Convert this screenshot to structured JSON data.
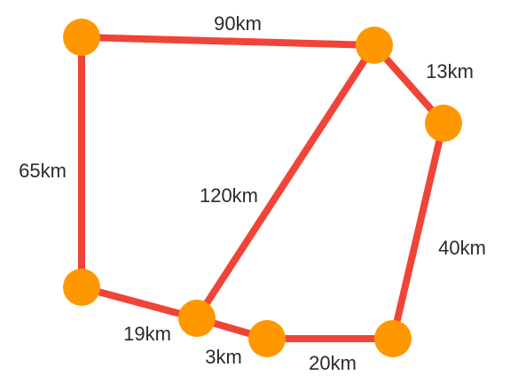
{
  "colors": {
    "edge": "#f04438",
    "node": "#ff9800",
    "label": "#2b2b2b",
    "background": "#ffffff"
  },
  "nodes": [
    {
      "id": "n1"
    },
    {
      "id": "n2"
    },
    {
      "id": "n3"
    },
    {
      "id": "n4"
    },
    {
      "id": "n5"
    },
    {
      "id": "n6"
    },
    {
      "id": "n7"
    }
  ],
  "edges": [
    {
      "id": "e1",
      "from": "n1",
      "to": "n2",
      "label": "90km"
    },
    {
      "id": "e2",
      "from": "n2",
      "to": "n3",
      "label": "13km"
    },
    {
      "id": "e3",
      "from": "n1",
      "to": "n4",
      "label": "65km"
    },
    {
      "id": "e4",
      "from": "n2",
      "to": "n5",
      "label": "120km"
    },
    {
      "id": "e5",
      "from": "n3",
      "to": "n7",
      "label": "40km"
    },
    {
      "id": "e6",
      "from": "n4",
      "to": "n5",
      "label": "19km"
    },
    {
      "id": "e7",
      "from": "n5",
      "to": "n6",
      "label": "3km"
    },
    {
      "id": "e8",
      "from": "n6",
      "to": "n7",
      "label": "20km"
    }
  ]
}
